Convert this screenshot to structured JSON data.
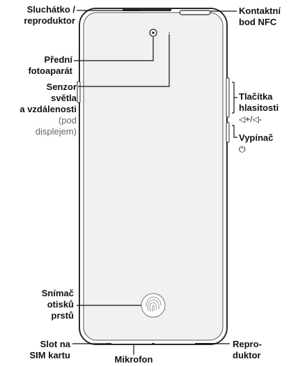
{
  "labels": {
    "earpiece": [
      "Sluchátko /",
      "reproduktor"
    ],
    "nfc": [
      "Kontaktní",
      "bod NFC"
    ],
    "front_camera": [
      "Přední",
      "fotoaparát"
    ],
    "light_sensor": [
      "Senzor",
      "světla",
      "a vzdálenosti"
    ],
    "light_sensor_note": [
      "(pod",
      "displejem)"
    ],
    "volume_buttons": [
      "Tlačítka",
      "hlasitosti"
    ],
    "volume_icons": "◁+/◁-",
    "power_button": "Vypínač",
    "power_icon": "⏻",
    "fingerprint": [
      "Snímač",
      "otisků",
      "prstů"
    ],
    "sim_slot": [
      "Slot na",
      "SIM kartu"
    ],
    "microphone": "Mikrofon",
    "speaker": [
      "Repro-",
      "duktor"
    ]
  },
  "colors": {
    "outline": "#2a2a2a",
    "screen": "#f1f1f1",
    "text": "#111111",
    "note": "#666666"
  }
}
